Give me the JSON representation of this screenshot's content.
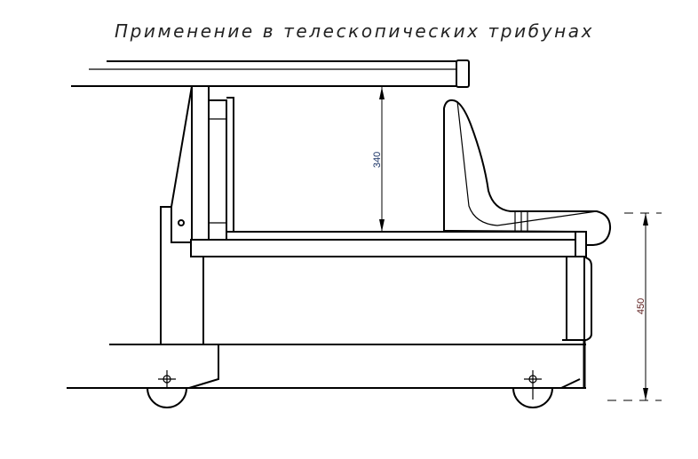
{
  "drawing": {
    "title": "Применение в телескопических трибунах",
    "dimensions": {
      "clearance_label": "340",
      "seat_height_label": "450"
    },
    "colors": {
      "line": "#000000",
      "dim_340": "#1a3366",
      "dim_450": "#5a1a1a"
    }
  }
}
